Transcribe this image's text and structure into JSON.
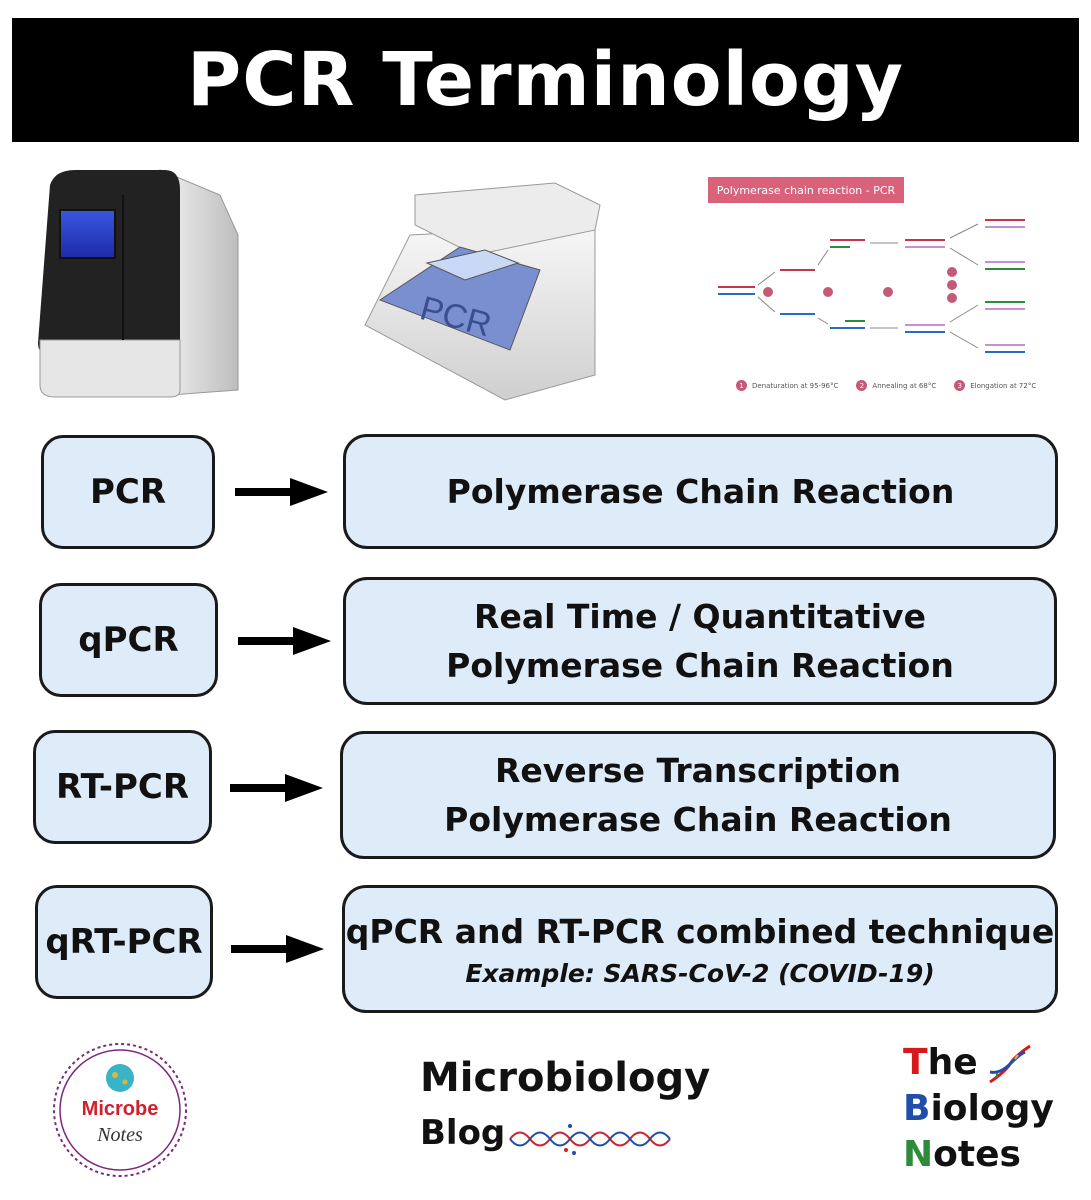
{
  "title": "PCR Terminology",
  "images": {
    "machine1": "pcr-thermocycler-icon",
    "machine2_label": "PCR",
    "diagram": {
      "header": "Polymerase chain reaction - PCR",
      "steps": [
        {
          "num": "1",
          "label": "Denaturation at 95-96°C"
        },
        {
          "num": "2",
          "label": "Annealing at 68°C"
        },
        {
          "num": "3",
          "label": "Elongation at 72°C"
        }
      ]
    }
  },
  "rows": [
    {
      "term": "PCR",
      "definition": [
        "Polymerase Chain Reaction"
      ]
    },
    {
      "term": "qPCR",
      "definition": [
        "Real Time / Quantitative",
        "Polymerase Chain Reaction"
      ]
    },
    {
      "term": "RT-PCR",
      "definition": [
        "Reverse Transcription",
        "Polymerase Chain Reaction"
      ]
    },
    {
      "term": "qRT-PCR",
      "definition": [
        "qPCR and RT-PCR combined technique"
      ],
      "example": "Example: SARS-CoV-2 (COVID-19)"
    }
  ],
  "logos": {
    "microbe_notes": {
      "line1": "Microbe",
      "line2": "Notes"
    },
    "microbiology_blog": {
      "line1": "Microbiology",
      "line2": "Blog"
    },
    "biology_notes": {
      "t": "T",
      "he": "he",
      "b": "B",
      "iology": "iology",
      "n": "N",
      "otes": "otes"
    }
  },
  "colors": {
    "box_fill": "#deebf8",
    "diagram_accent": "#d9627a",
    "the_t": "#d7191c",
    "biology_b": "#1f4fa8",
    "notes_n": "#2e8b3a"
  }
}
